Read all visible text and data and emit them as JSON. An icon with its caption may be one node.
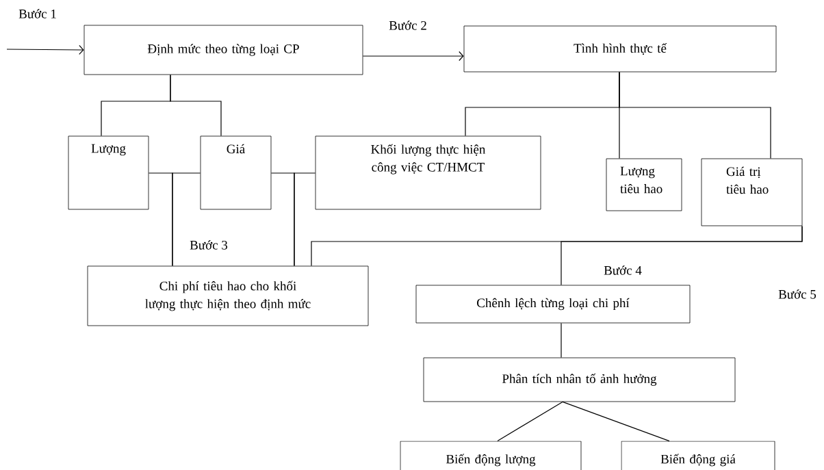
{
  "diagram": {
    "nodes": [
      {
        "text": [
          "Định mức theo từng loại CP"
        ]
      },
      {
        "text": [
          "Tình hình thực tế"
        ]
      },
      {
        "text": [
          "Lượng"
        ]
      },
      {
        "text": [
          "Giá"
        ]
      },
      {
        "text": [
          "Khối lượng thực hiện công việc CT/HMCT"
        ]
      },
      {
        "text": [
          "Lượng tiêu hao"
        ]
      },
      {
        "text": [
          "Giá trị tiêu hao"
        ]
      },
      {
        "text": [
          "Chi phí tiêu hao cho khối lượng thực hiện theo định mức"
        ]
      },
      {
        "text": [
          "Chênh lệch từng loại chi phí"
        ]
      },
      {
        "text": [
          "Phân tích nhân tố ảnh hưởng"
        ]
      },
      {
        "text": [
          "Biến động lượng"
        ]
      },
      {
        "text": [
          "Biến động giá"
        ]
      }
    ],
    "edges": [
      {
        "from": null,
        "to": 0,
        "arrow": "to",
        "label": "Bước 1"
      },
      {
        "from": 0,
        "to": 1,
        "arrow": "to",
        "label": "Bước 2"
      },
      {
        "from": 0,
        "to": 2,
        "arrow": "none"
      },
      {
        "from": 0,
        "to": 3,
        "arrow": "none"
      },
      {
        "from": 1,
        "to": 4,
        "arrow": "none"
      },
      {
        "from": 1,
        "to": 5,
        "arrow": "none"
      },
      {
        "from": 1,
        "to": 6,
        "arrow": "none"
      },
      {
        "from": 2,
        "to": 7,
        "arrow": "none"
      },
      {
        "from": 3,
        "to": 7,
        "arrow": "none"
      },
      {
        "from": 3,
        "to": 7,
        "arrow": "none"
      },
      {
        "from": 4,
        "to": 7,
        "arrow": "none"
      },
      {
        "from": 6,
        "to": 7,
        "arrow": "none"
      },
      {
        "from": 6,
        "to": 8,
        "arrow": "none"
      },
      {
        "from": 8,
        "to": 9,
        "arrow": "none"
      },
      {
        "from": 9,
        "to": 10,
        "arrow": "none"
      },
      {
        "from": 9,
        "to": 11,
        "arrow": "none"
      }
    ],
    "labels": [
      "Bước 3",
      "Bước 4",
      "Bước 5"
    ]
  }
}
